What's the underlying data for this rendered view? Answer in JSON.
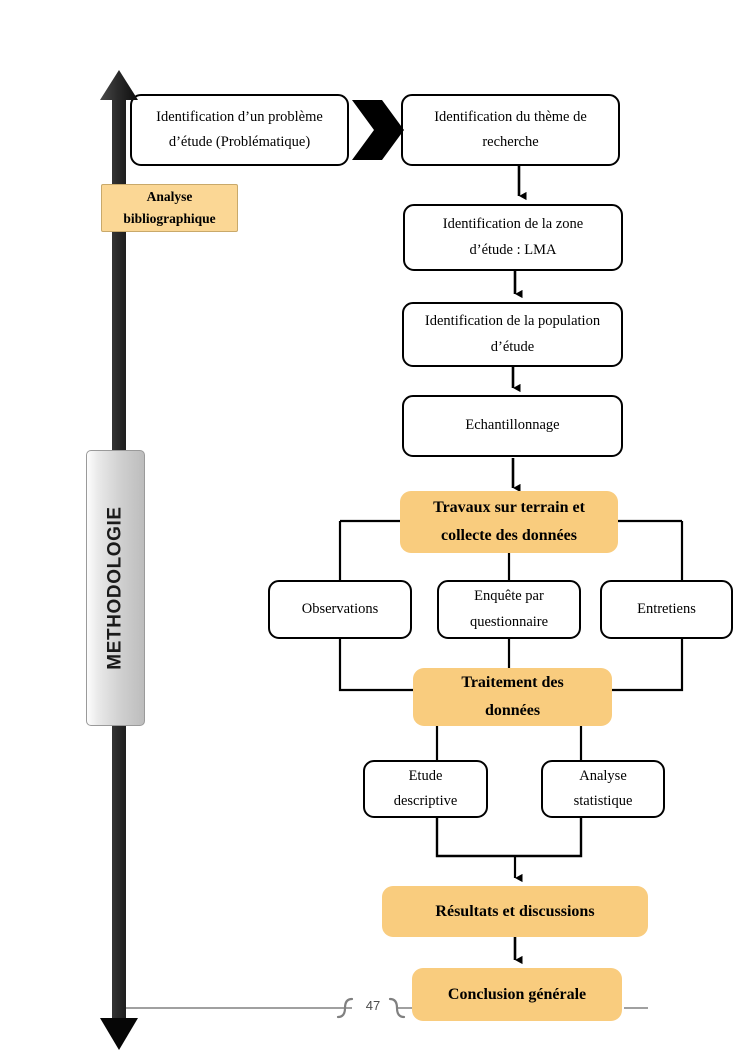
{
  "diagram": {
    "title": "Methodology flowchart",
    "side_axis_label": "METHODOLOGIE",
    "side_note_label": "Analyse\nbibliographique",
    "colors": {
      "accent_fill": "#F9CC7E",
      "accent_square_fill": "#FBD795",
      "accent_square_border": "#C9A96A",
      "node_border": "#000000",
      "node_fill": "#FFFFFF",
      "band_gray": "#CFCFCF",
      "connector": "#000000",
      "footer_rule": "#808080"
    },
    "nodes": [
      {
        "id": "probleme",
        "label": "Identification d’un problème\nd’étude (Problématique)",
        "style": "plain"
      },
      {
        "id": "theme",
        "label": "Identification du thème de\nrecherche",
        "style": "plain"
      },
      {
        "id": "zone",
        "label": "Identification de la zone\nd’étude : LMA",
        "style": "plain"
      },
      {
        "id": "population",
        "label": "Identification de la population\nd’étude",
        "style": "plain"
      },
      {
        "id": "echantillonnage",
        "label": "Echantillonnage",
        "style": "plain"
      },
      {
        "id": "travaux",
        "label": "Travaux sur terrain et\ncollecte des données",
        "style": "accent"
      },
      {
        "id": "observations",
        "label": "Observations",
        "style": "plain"
      },
      {
        "id": "enquete",
        "label": "Enquête par\nquestionnaire",
        "style": "plain"
      },
      {
        "id": "entretiens",
        "label": "Entretiens",
        "style": "plain"
      },
      {
        "id": "traitement",
        "label": "Traitement des\ndonnées",
        "style": "accent"
      },
      {
        "id": "etude_desc",
        "label": "Etude\ndescriptive",
        "style": "plain"
      },
      {
        "id": "analyse_stat",
        "label": "Analyse\nstatistique",
        "style": "plain"
      },
      {
        "id": "resultats",
        "label": "Résultats et discussions",
        "style": "accent"
      },
      {
        "id": "conclusion",
        "label": "Conclusion générale",
        "style": "accent"
      }
    ],
    "edges": [
      {
        "from": "probleme",
        "to": "theme",
        "kind": "chevron-right"
      },
      {
        "from": "theme",
        "to": "zone",
        "kind": "arrow-down"
      },
      {
        "from": "zone",
        "to": "population",
        "kind": "arrow-down"
      },
      {
        "from": "population",
        "to": "echantillonnage",
        "kind": "arrow-down"
      },
      {
        "from": "echantillonnage",
        "to": "travaux",
        "kind": "arrow-down"
      },
      {
        "from": "travaux",
        "to": "observations",
        "kind": "elbow"
      },
      {
        "from": "travaux",
        "to": "enquete",
        "kind": "line"
      },
      {
        "from": "travaux",
        "to": "entretiens",
        "kind": "elbow"
      },
      {
        "from": "observations",
        "to": "traitement",
        "kind": "elbow"
      },
      {
        "from": "enquete",
        "to": "traitement",
        "kind": "line"
      },
      {
        "from": "entretiens",
        "to": "traitement",
        "kind": "elbow"
      },
      {
        "from": "traitement",
        "to": "etude_desc",
        "kind": "line"
      },
      {
        "from": "traitement",
        "to": "analyse_stat",
        "kind": "line"
      },
      {
        "from": "etude_desc",
        "to": "resultats",
        "kind": "merge-arrow-down"
      },
      {
        "from": "analyse_stat",
        "to": "resultats",
        "kind": "merge-arrow-down"
      },
      {
        "from": "resultats",
        "to": "conclusion",
        "kind": "arrow-down"
      }
    ]
  },
  "footer": {
    "page_number": "47",
    "left_brace": "{",
    "right_brace": "}"
  }
}
